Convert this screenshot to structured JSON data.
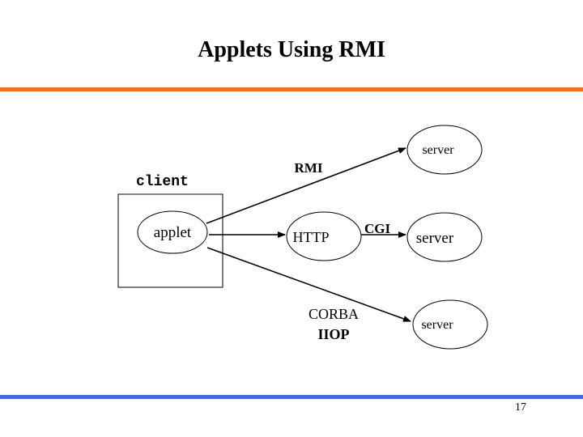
{
  "slide": {
    "title": "Applets Using RMI",
    "page_number": "17",
    "colors": {
      "top_rule": "#F07020",
      "bottom_rule": "#4169E1"
    }
  },
  "diagram": {
    "client_label": "client",
    "nodes": {
      "applet": "applet",
      "server_rmi": "server",
      "http": "HTTP",
      "server_cgi": "server",
      "server_corba": "server"
    },
    "edges": {
      "rmi": "RMI",
      "cgi": "CGI",
      "corba_line1": "CORBA",
      "corba_line2": "IIOP"
    }
  }
}
